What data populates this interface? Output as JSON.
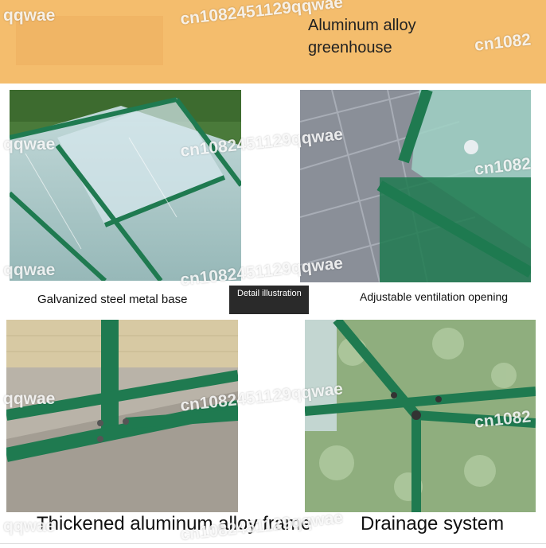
{
  "banner": {
    "title": "Aluminum alloy greenhouse"
  },
  "watermark": {
    "text_a": "qqwae",
    "text_b": "cn1082451129qqwae",
    "text_c": "cn1082"
  },
  "panels": [
    {
      "caption": "Galvanized steel metal base",
      "icon": "greenhouse-roof-photo"
    },
    {
      "caption": "Adjustable ventilation opening",
      "icon": "vent-frame-photo"
    },
    {
      "caption": "Thickened aluminum alloy frame",
      "icon": "frame-corner-photo"
    },
    {
      "caption": "Drainage system",
      "icon": "roof-joint-photo"
    }
  ],
  "tag": {
    "text": "Detail illustration"
  },
  "colors": {
    "banner": "#f4bd6d",
    "frame": "#1f7a50",
    "tag_bg": "#2a2a2a"
  }
}
